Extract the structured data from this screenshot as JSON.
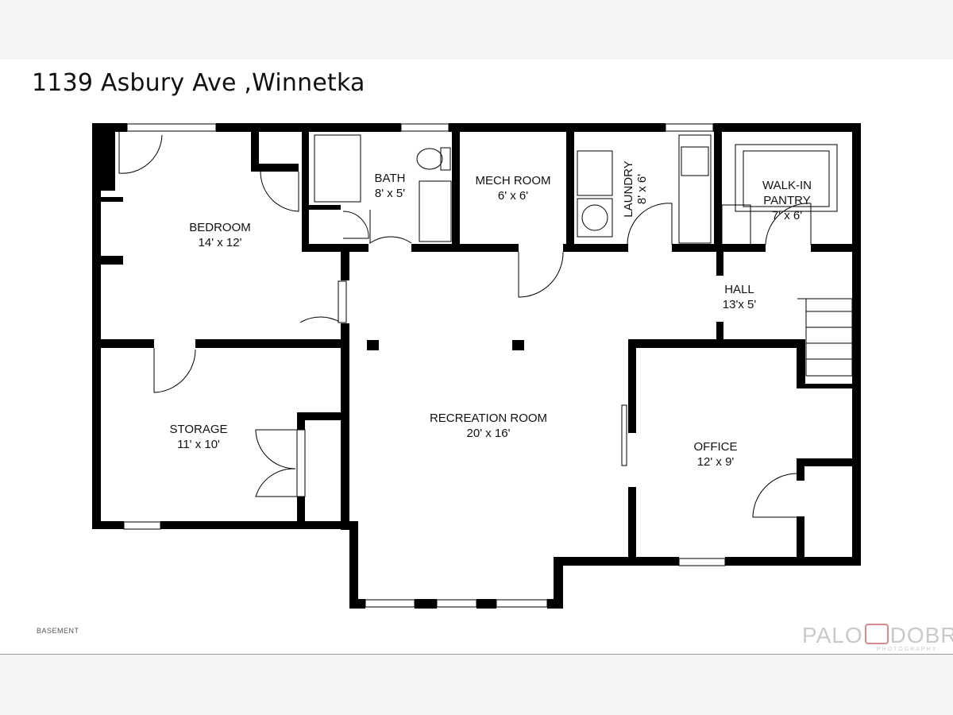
{
  "header": {
    "address": "1139 Asbury Ave ,Winnetka"
  },
  "rooms": {
    "bedroom": {
      "name": "BEDROOM",
      "size": "14' x 12'"
    },
    "bath": {
      "name": "BATH",
      "size": "8' x 5'"
    },
    "mech": {
      "name": "MECH ROOM",
      "size": "6' x 6'"
    },
    "laundry": {
      "name": "LAUNDRY",
      "size": "8' x 6'"
    },
    "pantry": {
      "name": "WALK-IN",
      "name2": "PANTRY",
      "size": "7' x 6'"
    },
    "hall": {
      "name": "HALL",
      "size": "13'x 5'"
    },
    "storage": {
      "name": "STORAGE",
      "size": "11' x 10'"
    },
    "recreation": {
      "name": "RECREATION ROOM",
      "size": "20' x 16'"
    },
    "office": {
      "name": "OFFICE",
      "size": "12' x 9'"
    }
  },
  "footer": {
    "floor": "BASEMENT",
    "brand": {
      "left": "PALO",
      "right": "DOBRIK",
      "sub": "PHOTOGRAPHY"
    }
  },
  "colors": {
    "wall": "#000000",
    "background": "#ffffff",
    "page": "#f5f5f5",
    "brand": "#c9c9c9",
    "brand_accent": "#d88a8a"
  }
}
